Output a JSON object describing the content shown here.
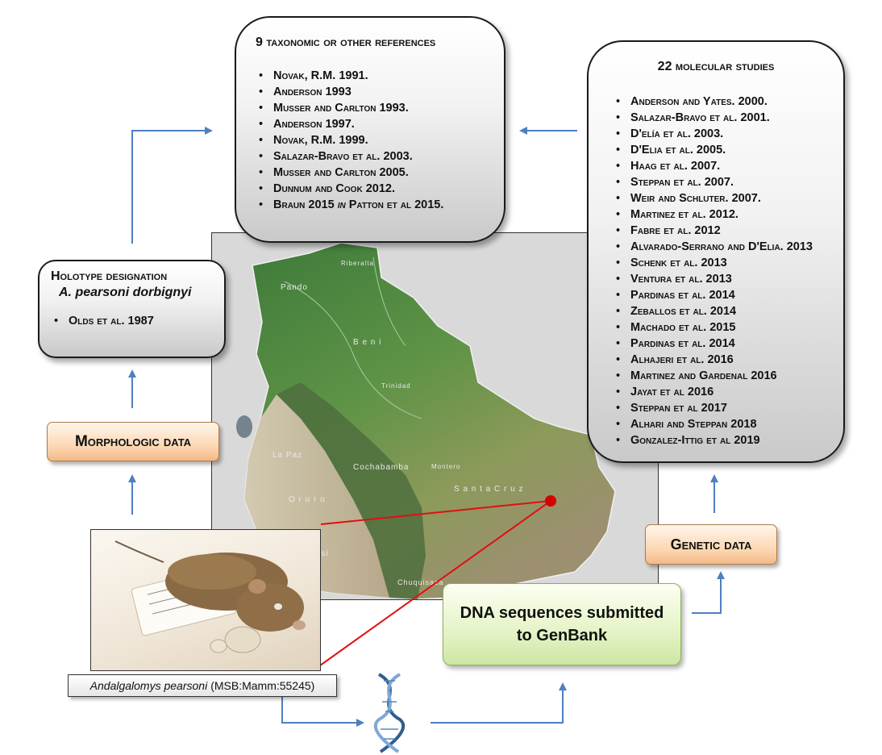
{
  "refs_box": {
    "title": "9 taxonomic or other references",
    "items": [
      "Novak, R.M. 1991.",
      "Anderson 1993",
      "Musser and Carlton 1993.",
      "Anderson 1997.",
      "Novak, R.M. 1999.",
      "Salazar-Bravo et al. 2003.",
      "Musser and Carlton 2005.",
      "Dunnum and Cook 2012.",
      "Braun 2015 in Patton et al 2015."
    ]
  },
  "molecular_box": {
    "title": "22 molecular studies",
    "items": [
      "Anderson and Yates. 2000.",
      "Salazar-Bravo et al. 2001.",
      "D'elía et al. 2003.",
      "D'Elia  et al. 2005.",
      "Haag et al. 2007.",
      "Steppan et al. 2007.",
      "Weir and Schluter. 2007.",
      "Martinez et al. 2012.",
      "Fabre et al. 2012",
      "Alvarado-Serrano and D'Elia. 2013",
      "Schenk et al. 2013",
      "Ventura et al. 2013",
      "Pardinas et al. 2014",
      "Zeballos et al. 2014",
      "Machado et al. 2015",
      "Pardinas et al. 2014",
      "Alhajeri et al. 2016",
      "Martinez and Gardenal 2016",
      "Jayat et al 2016",
      "Steppan et al 2017",
      "Alhari and Steppan 2018",
      "Gonzalez-Ittig et al 2019"
    ]
  },
  "holotype_box": {
    "title": "Holotype designation",
    "subtitle": "A. pearsoni dorbignyi",
    "items": [
      "Olds et al. 1987"
    ]
  },
  "morphologic_label": "Morphologic data",
  "genetic_label": "Genetic data",
  "dna_box": "DNA sequences submitted to GenBank",
  "specimen_caption": {
    "species": "Andalgalomys pearsoni",
    "catalog": "(MSB:Mamm:55245)"
  },
  "map_labels": {
    "pando": "Pando",
    "beni": "B e n i",
    "la_paz": "La Paz",
    "cochabamba": "Cochabamba",
    "santa_cruz": "S a n t a   C r u z",
    "oruro": "O r u r o",
    "potosi": "tosí",
    "chuquisaca": "Chuquisaca",
    "riberalta": "Riberalta",
    "trinidad": "Trinidad",
    "montero": "Montero"
  },
  "colors": {
    "arrow": "#4f7fbf",
    "locality_line": "#e01010",
    "locality_point": "#d40000",
    "tag_fill": "#fbd6b0",
    "green_fill": "#e4f3c6"
  }
}
